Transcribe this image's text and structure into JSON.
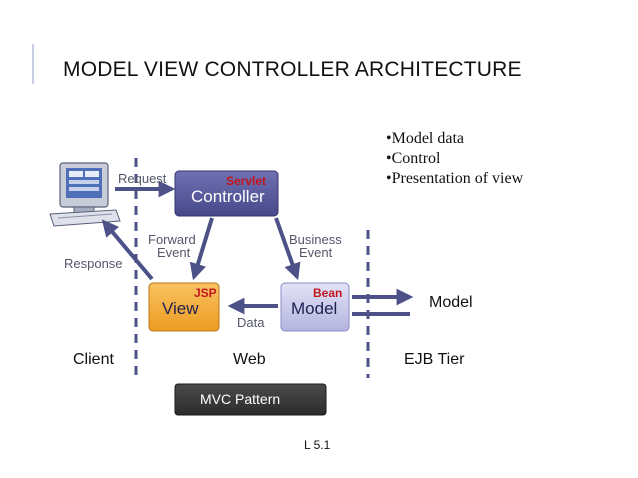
{
  "slide": {
    "title": "MODEL VIEW CONTROLLER ARCHITECTURE",
    "footer": "L 5.1"
  },
  "bullets": [
    "•Model data",
    "•Control",
    "•Presentation of view"
  ],
  "diagram": {
    "controller": {
      "label": "Controller",
      "tag": "Servlet"
    },
    "view": {
      "label": "View",
      "tag": "JSP"
    },
    "model": {
      "label": "Model",
      "tag": "Bean"
    },
    "ejb_model": "Model",
    "edges": {
      "request": "Request",
      "response": "Response",
      "forward_1": "Forward",
      "forward_2": "Event",
      "business_1": "Business",
      "business_2": "Event",
      "data": "Data"
    },
    "tiers": {
      "client": "Client",
      "web": "Web",
      "ejb": "EJB Tier"
    },
    "pattern_label": "MVC Pattern",
    "colors": {
      "controller": "#55579a",
      "view": "#f2ab3c",
      "model": "#c9c9ec",
      "arrow": "#4c5288",
      "tag": "#c2161e",
      "pattern": "#3a3a3a"
    }
  }
}
